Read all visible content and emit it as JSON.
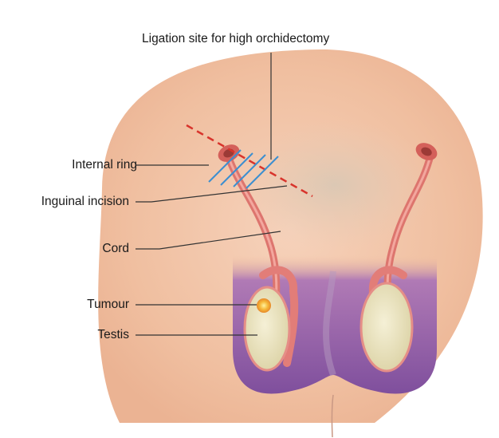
{
  "labels": {
    "ligation": "Ligation site for high orchidectomy",
    "internal_ring": "Internal ring",
    "inguinal_incision": "Inguinal incision",
    "cord": "Cord",
    "tumour": "Tumour",
    "testis": "Testis"
  },
  "colors": {
    "skin": "#f1c3a6",
    "scrotum": "#8f5da8",
    "cord": "#e07a72",
    "testis": "#ece6bf",
    "tumour": "#f2a531",
    "incision_dash": "#d8342c",
    "ligation_marks": "#3c8fd0"
  }
}
